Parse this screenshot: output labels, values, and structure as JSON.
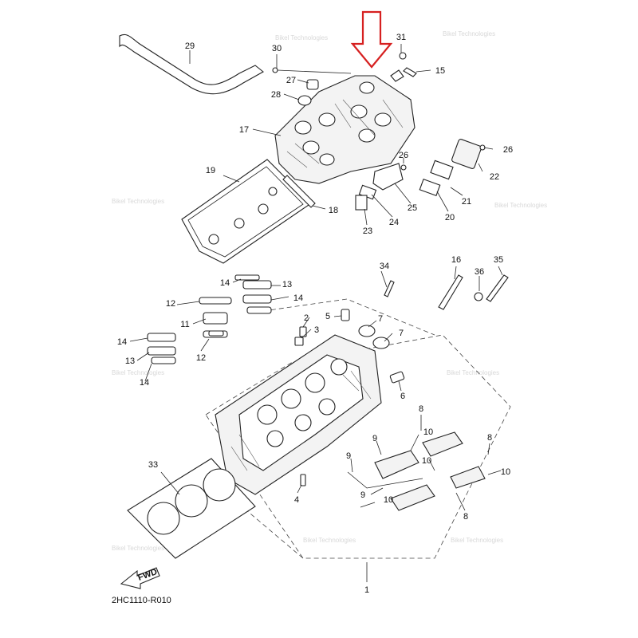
{
  "diagram": {
    "code": "2HC1110-R010",
    "fwd_label": "FWD",
    "watermark": "Bikel Technologies",
    "highlight_color": "#d62020",
    "callouts": {
      "c1": "1",
      "c2": "2",
      "c3": "3",
      "c4": "4",
      "c5": "5",
      "c6": "6",
      "c7a": "7",
      "c7b": "7",
      "c8a": "8",
      "c8b": "8",
      "c9a": "9",
      "c9b": "9",
      "c9c": "9",
      "c10a": "10",
      "c10b": "10",
      "c10c": "10",
      "c10d": "10",
      "c11": "11",
      "c12a": "12",
      "c12b": "12",
      "c13a": "13",
      "c13b": "13",
      "c14a": "14",
      "c14b": "14",
      "c14c": "14",
      "c14d": "14",
      "c15": "15",
      "c16": "16",
      "c17": "17",
      "c18": "18",
      "c19": "19",
      "c20": "20",
      "c21": "21",
      "c22": "22",
      "c23": "23",
      "c24": "24",
      "c25": "25",
      "c26a": "26",
      "c26b": "26",
      "c27": "27",
      "c28": "28",
      "c29": "29",
      "c30": "30",
      "c31": "31",
      "c33": "33",
      "c34": "34",
      "c35": "35",
      "c36": "36"
    }
  }
}
